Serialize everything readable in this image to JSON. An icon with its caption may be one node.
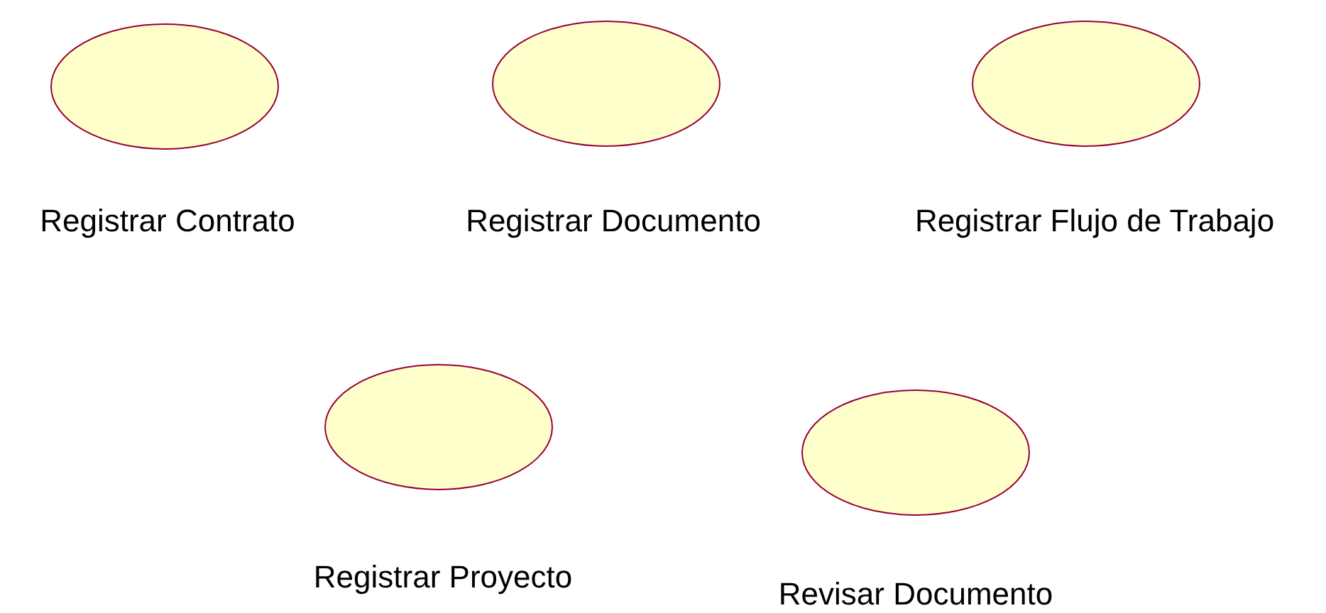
{
  "diagram": {
    "nodes": [
      {
        "text": [],
        "shape": "ellipse",
        "beside": [
          "Registrar Contrato"
        ]
      },
      {
        "text": [],
        "shape": "ellipse",
        "beside": [
          "Registrar Documento"
        ]
      },
      {
        "text": [],
        "shape": "ellipse",
        "beside": [
          "Registrar Flujo de Trabajo"
        ]
      },
      {
        "text": [],
        "shape": "ellipse",
        "beside": [
          "Registrar Proyecto"
        ]
      },
      {
        "text": [],
        "shape": "ellipse",
        "beside": [
          "Revisar Documento"
        ]
      }
    ]
  }
}
